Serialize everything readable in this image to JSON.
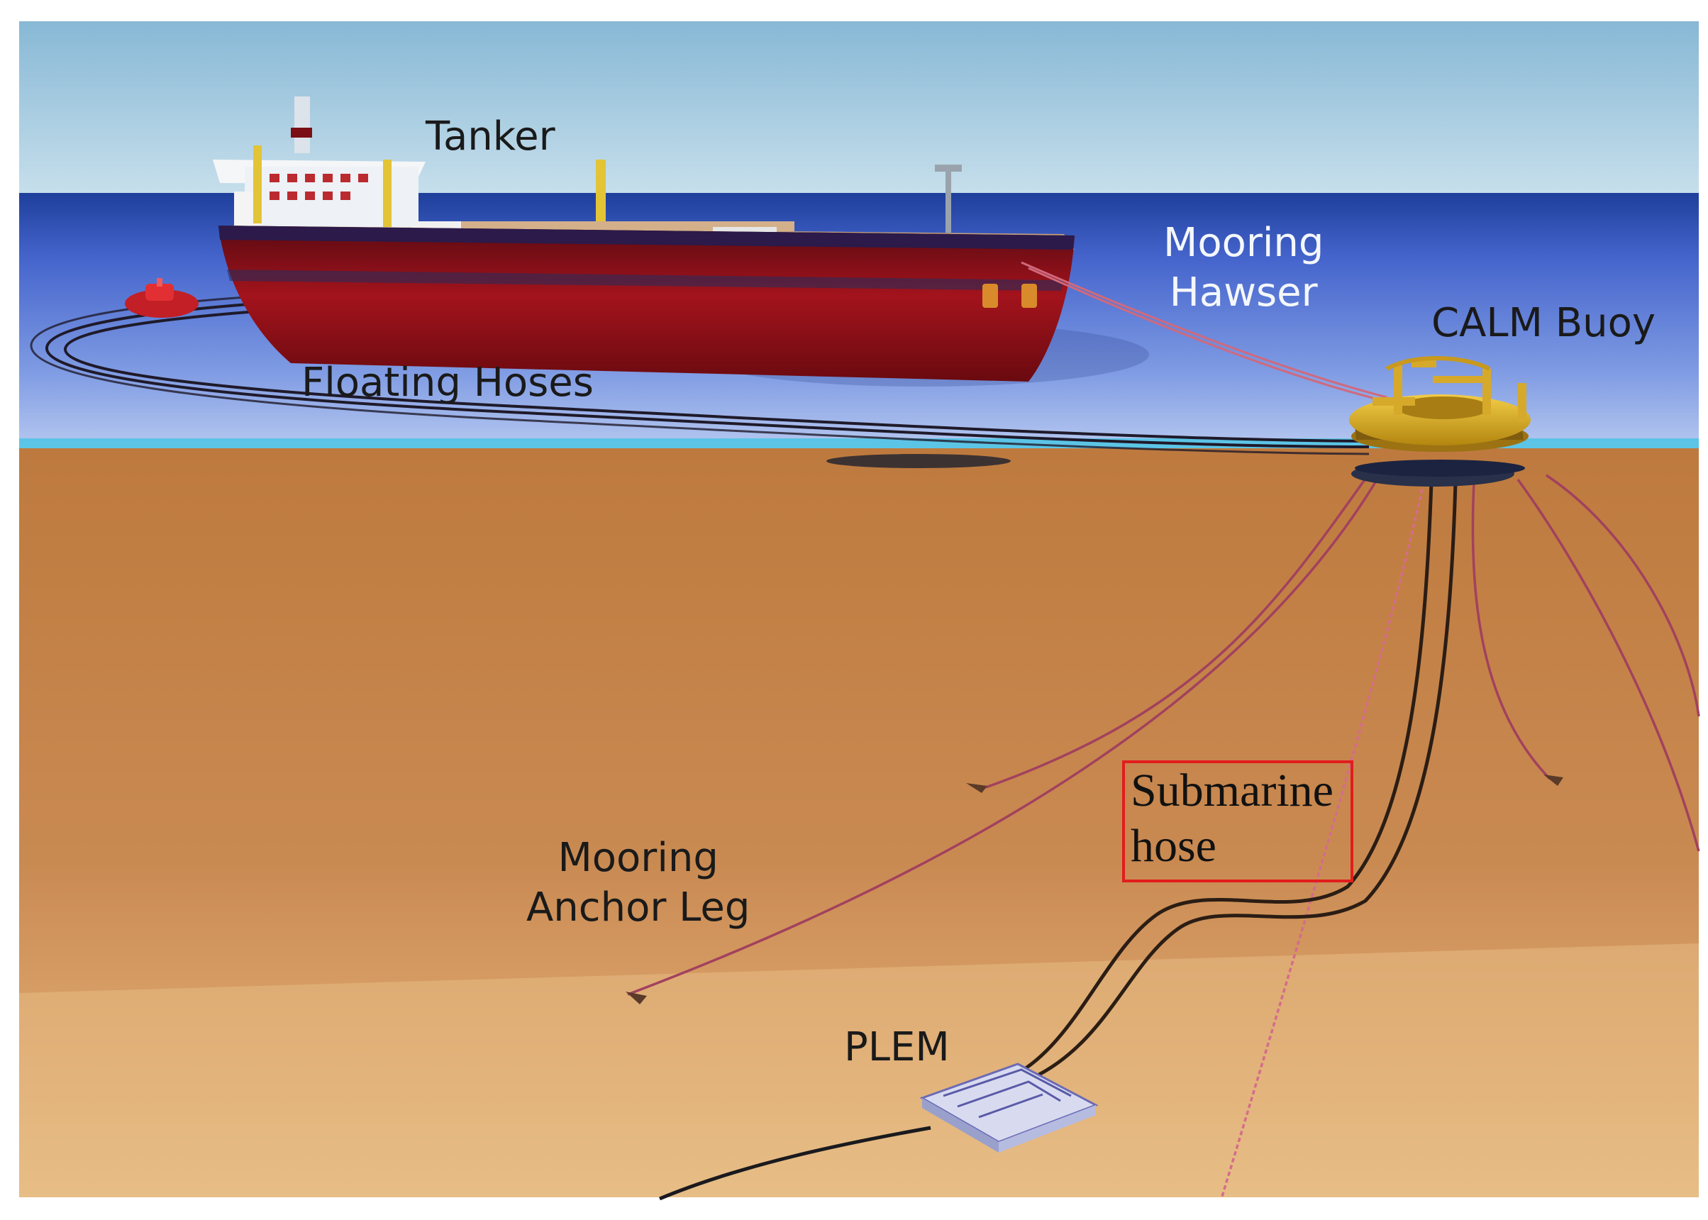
{
  "labels": {
    "tanker": "Tanker",
    "mooring_hawser": [
      "Mooring",
      "Hawser"
    ],
    "calm_buoy": "CALM Buoy",
    "floating_hoses": "Floating Hoses",
    "submarine_hose": [
      "Submarine",
      "hose"
    ],
    "mooring_anchor_leg": [
      "Mooring",
      "Anchor Leg"
    ],
    "plem": "PLEM"
  },
  "colors": {
    "sky": "#b9d6e6",
    "sea": "#3d5fc4",
    "seabed": "#c9884e",
    "hull": "#a3131c",
    "buoy": "#e1b52a",
    "mooring_line": "#a2415e",
    "hose": "#2b1d14",
    "highlight_box": "#e21d1d"
  }
}
